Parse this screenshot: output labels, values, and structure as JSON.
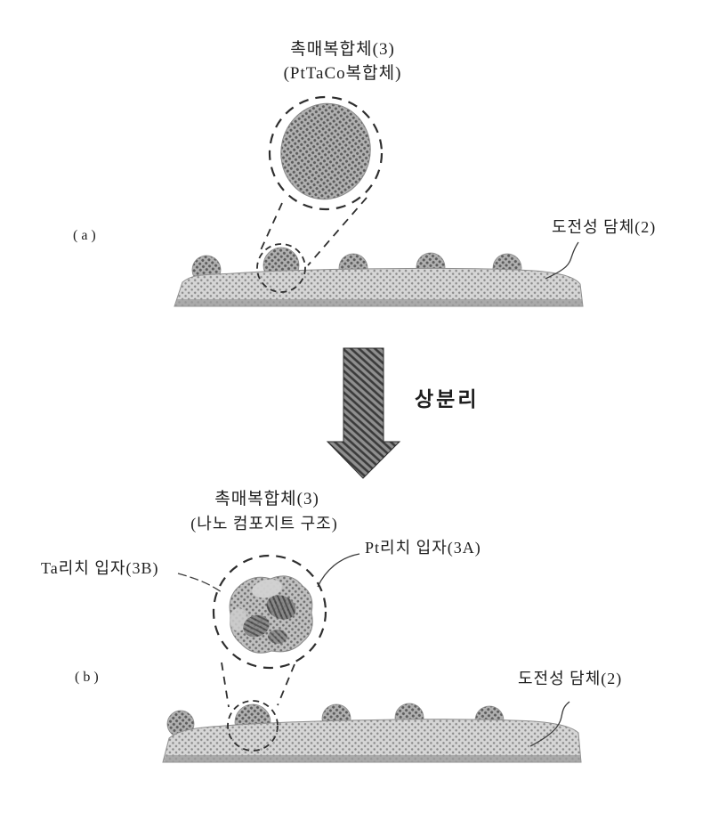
{
  "figure": {
    "panel_a": {
      "panel_label": "(a)",
      "title_line1": "촉매복합체(3)",
      "title_line2": "(PtTaCo복합체)",
      "support_label": "도전성 담체(2)"
    },
    "transition": {
      "arrow_icon": "down-arrow",
      "arrow_label": "상분리"
    },
    "panel_b": {
      "panel_label": "(b)",
      "title_line1": "촉매복합체(3)",
      "title_line2": "(나노 컴포지트 구조)",
      "pt_particle_label": "Pt리치 입자(3A)",
      "ta_particle_label": "Ta리치 입자(3B)",
      "support_label": "도전성 담체(2)"
    },
    "colors": {
      "ink": "#2e2e2e",
      "particle_gray": "#b0b0b0",
      "support_gray": "#d6d6d6",
      "arrow_gray": "#8f8f8f",
      "background": "#ffffff"
    }
  }
}
